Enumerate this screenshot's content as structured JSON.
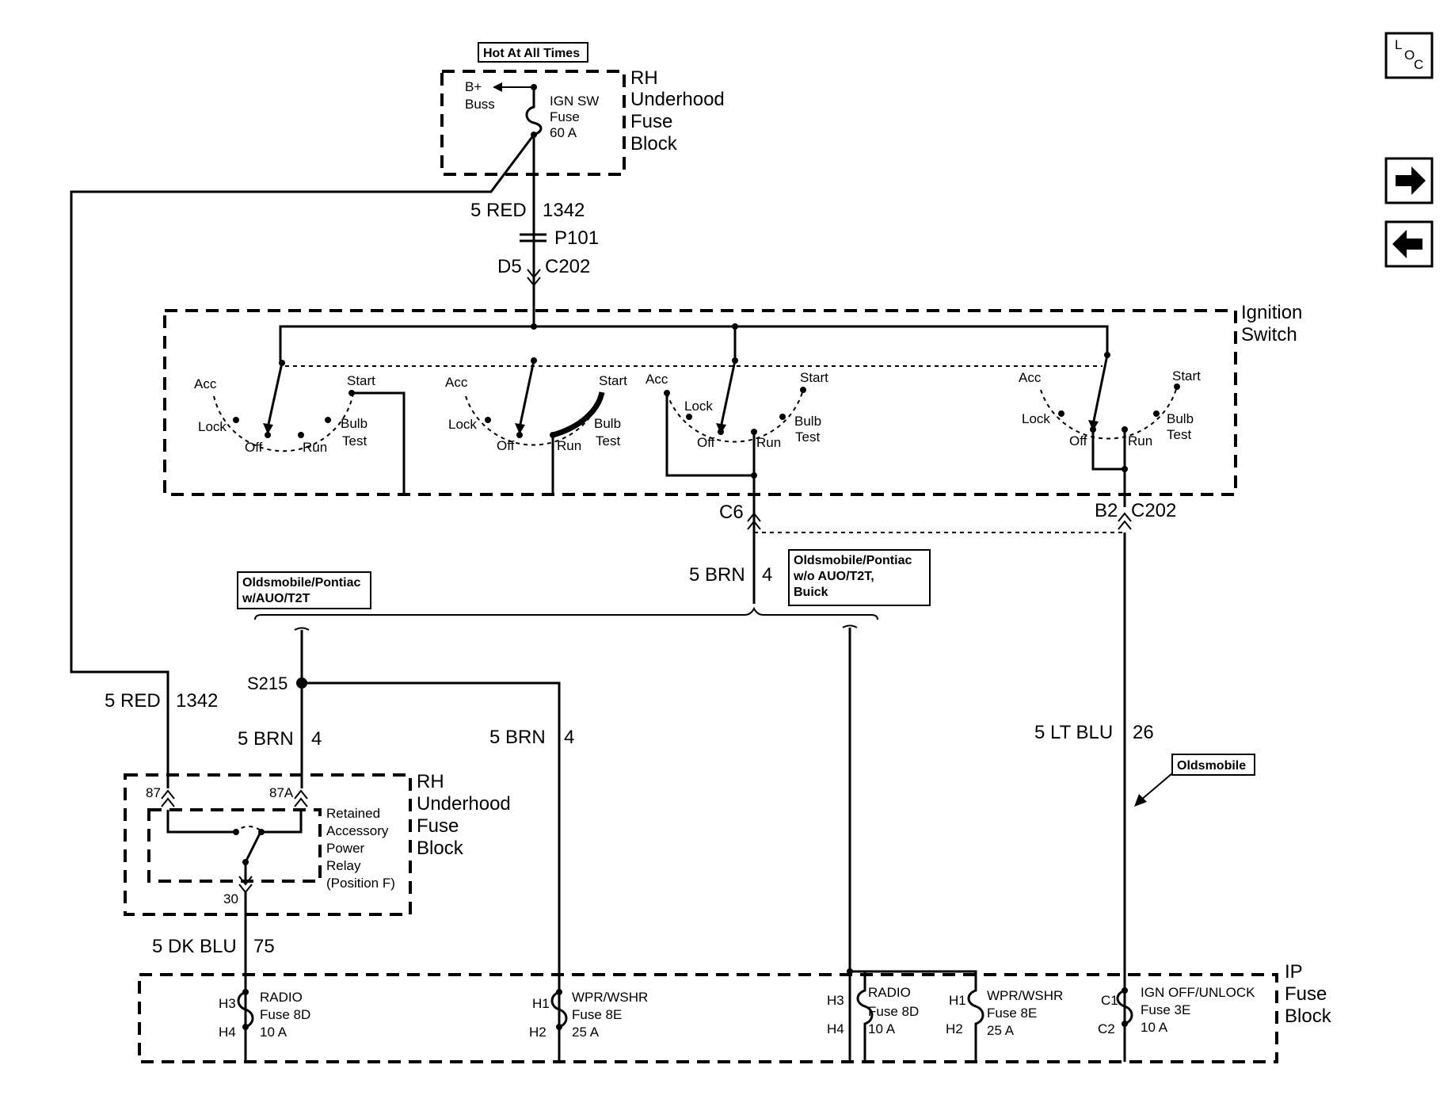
{
  "nav": {
    "loc_label_l": "L",
    "loc_label_o": "O",
    "loc_label_c": "C"
  },
  "top": {
    "hot_label": "Hot At All Times",
    "rh_block": [
      "RH",
      "Underhood",
      "Fuse",
      "Block"
    ],
    "bbuss": [
      "B+",
      "Buss"
    ],
    "ign_fuse": [
      "IGN SW",
      "Fuse",
      "60 A"
    ],
    "wire_color_1": "5 RED",
    "circuit_1": "1342",
    "connector_p101": "P101",
    "pin_d5": "D5",
    "c202_top": "C202"
  },
  "ignition": {
    "title": [
      "Ignition",
      "Switch"
    ],
    "positions": {
      "acc": "Acc",
      "lock": "Lock",
      "off": "Off",
      "run": "Run",
      "start": "Start",
      "bulb": "Bulb",
      "test": "Test"
    },
    "pin_c6": "C6",
    "pin_b2": "B2",
    "c202_right": "C202"
  },
  "mid": {
    "wire_brn": "5 BRN",
    "circuit_4": "4",
    "box_left": [
      "Oldsmobile/Pontiac",
      "w/AUO/T2T"
    ],
    "box_right": [
      "Oldsmobile/Pontiac",
      "w/o AUO/T2T,",
      "Buick"
    ],
    "splice": "S215",
    "wire_red": "5 RED",
    "circuit_1342": "1342",
    "wire_ltblu": "5 LT BLU",
    "circuit_26": "26",
    "olds_box": "Oldsmobile"
  },
  "relay": {
    "rh_block": [
      "RH",
      "Underhood",
      "Fuse",
      "Block"
    ],
    "pin_87": "87",
    "pin_87a": "87A",
    "pin_30": "30",
    "desc": [
      "Retained",
      "Accessory",
      "Power",
      "Relay",
      "(Position F)"
    ],
    "wire_dkblu": "5 DK BLU",
    "circuit_75": "75"
  },
  "ip": {
    "title": [
      "IP",
      "Fuse",
      "Block"
    ],
    "fuses": [
      {
        "top": "H3",
        "bot": "H4",
        "name": "RADIO",
        "fuse": "Fuse 8D",
        "amp": "10 A"
      },
      {
        "top": "H1",
        "bot": "H2",
        "name": "WPR/WSHR",
        "fuse": "Fuse 8E",
        "amp": "25 A"
      },
      {
        "top": "H3",
        "bot": "H4",
        "name": "RADIO",
        "fuse": "Fuse 8D",
        "amp": "10 A"
      },
      {
        "top": "H1",
        "bot": "H2",
        "name": "WPR/WSHR",
        "fuse": "Fuse 8E",
        "amp": "25 A"
      },
      {
        "top": "C1",
        "bot": "C2",
        "name": "IGN OFF/UNLOCK",
        "fuse": "Fuse 3E",
        "amp": "10 A"
      }
    ]
  }
}
